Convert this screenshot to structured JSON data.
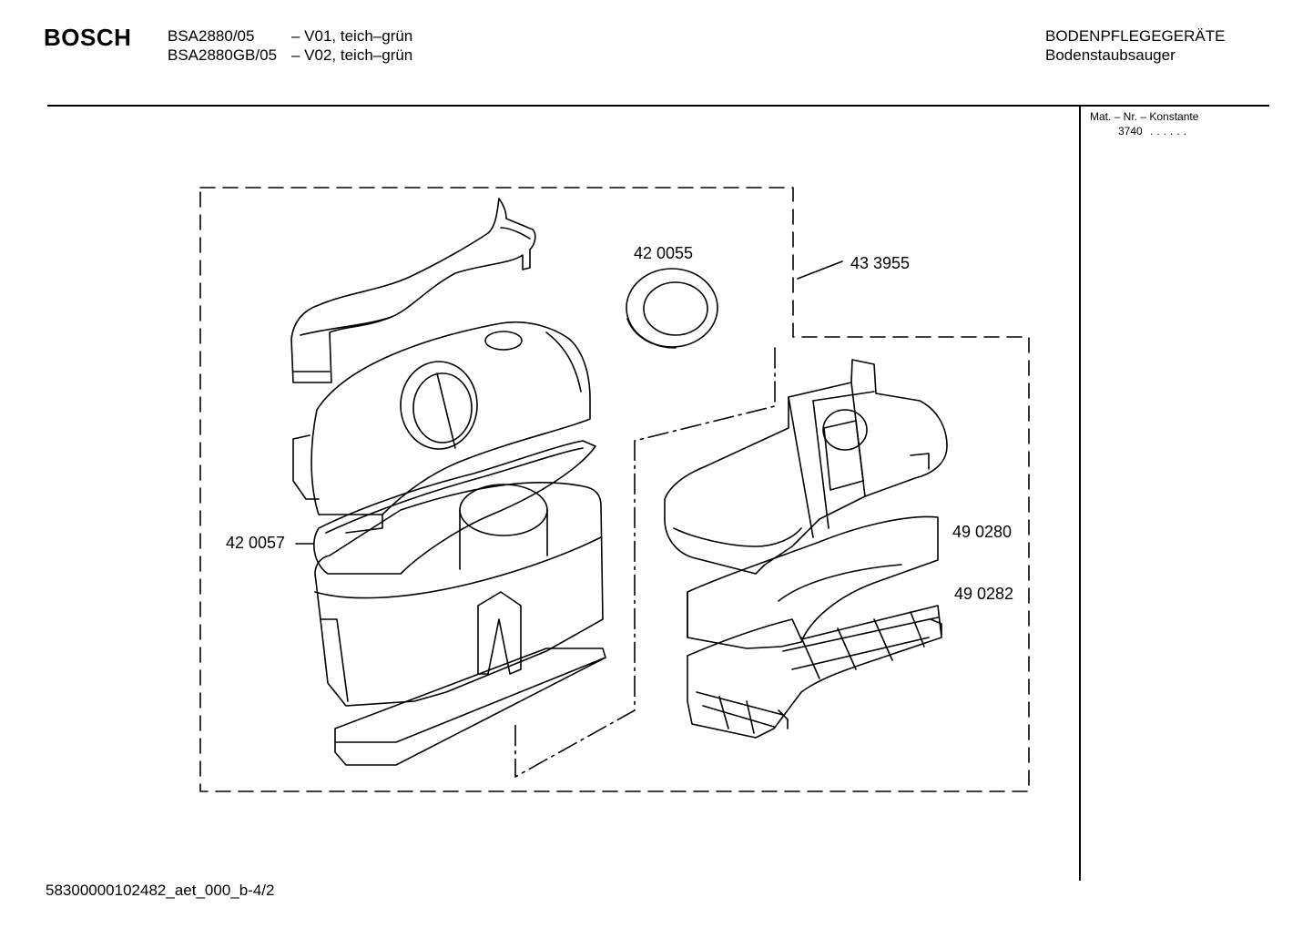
{
  "header": {
    "brand": "BOSCH",
    "models": [
      {
        "code": "BSA2880/05",
        "variant": "– V01, teich–grün"
      },
      {
        "code": "BSA2880GB/05",
        "variant": "– V02, teich–grün"
      }
    ],
    "category": "BODENPFLEGEGERÄTE",
    "subcategory": "Bodenstaubsauger"
  },
  "material": {
    "label": "Mat. – Nr. – Konstante",
    "value": "3740",
    "dots": "......"
  },
  "parts": [
    {
      "number": "42 0055"
    },
    {
      "number": "43 3955"
    },
    {
      "number": "42 0057"
    },
    {
      "number": "49 0280"
    },
    {
      "number": "49 0282"
    }
  ],
  "footer": {
    "document_id": "58300000102482_aet_000_b-4/2"
  }
}
